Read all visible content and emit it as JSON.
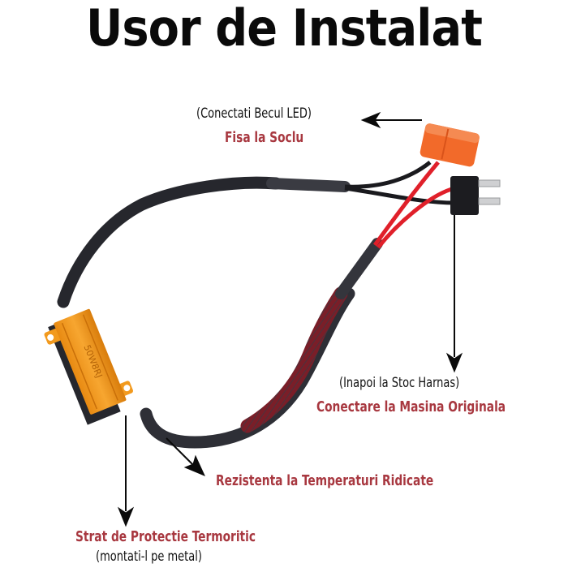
{
  "title": "Usor de Instalat",
  "colors": {
    "title": "#0a0a0a",
    "label_red": "#a83840",
    "label_black": "#111111",
    "resistor_body": "#f29a1e",
    "bulb_socket": "#f26a2a",
    "plug_black": "#1c1c20",
    "wire_red": "#e0202a",
    "sleeve_black": "#26272d",
    "sleeve_red": "#7a1e28"
  },
  "callouts": {
    "led_socket": {
      "subtitle": "(Conectati Becul LED)",
      "title": "Fisa la Soclu"
    },
    "stock_harness": {
      "subtitle": "(Inapoi la Stoc Harnas)",
      "title": "Conectare la Masina Originala"
    },
    "temperature": {
      "title": "Rezistenta la Temperaturi Ridicate"
    },
    "thermal_layer": {
      "title": "Strat de Protectie Termoritic",
      "subtitle": "(montati-l pe metal)"
    }
  },
  "resistor": {
    "marking": "50W8RJ"
  }
}
